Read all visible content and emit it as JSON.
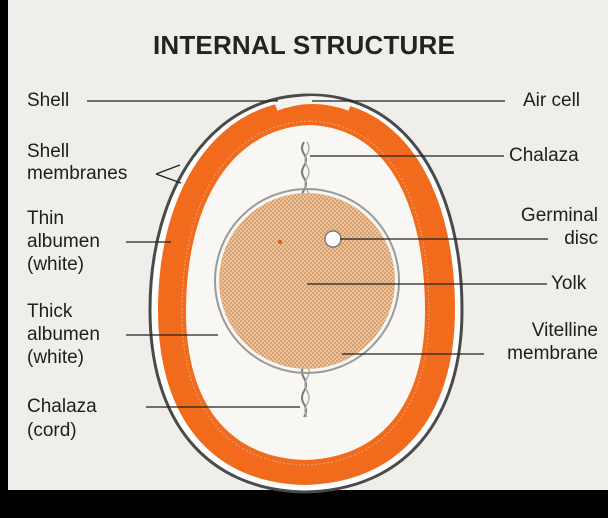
{
  "title": "INTERNAL STRUCTURE",
  "labels": {
    "shell": "Shell",
    "shell_membranes_1": "Shell",
    "shell_membranes_2": "membranes",
    "thin_albumen_1": "Thin",
    "thin_albumen_2": "albumen",
    "thin_albumen_3": "(white)",
    "thick_albumen_1": "Thick",
    "thick_albumen_2": "albumen",
    "thick_albumen_3": "(white)",
    "chalaza_cord_1": "Chalaza",
    "chalaza_cord_2": "(cord)",
    "air_cell": "Air cell",
    "chalaza": "Chalaza",
    "germinal_disc_1": "Germinal",
    "germinal_disc_2": "disc",
    "yolk": "Yolk",
    "vitelline_1": "Vitelline",
    "vitelline_2": "membrane"
  },
  "colors": {
    "background": "#efeeea",
    "albumen": "#f8f7f3",
    "albumen_ring": "#f26b1d",
    "shell": "#444444",
    "yolk": "#e9b98a",
    "text": "#1e1e1e"
  }
}
